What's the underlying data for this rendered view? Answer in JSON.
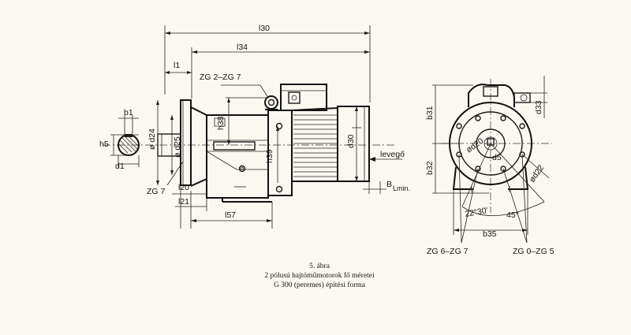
{
  "dimension_labels": {
    "l30": "l30",
    "l34": "l34",
    "l1": "l1",
    "zg2_zg7": "ZG 2–ZG 7",
    "b1": "b1",
    "h5": "h5",
    "d1": "d1",
    "d24": "ø d24",
    "d25": "ø d25",
    "h38": "h38",
    "h39": "h39",
    "d30": "d30",
    "levego": "levegő",
    "b_lmin": "B",
    "b_lmin_sub": "Lmin.",
    "zg7": "ZG 7",
    "l20": "l20",
    "l21": "l21",
    "l57": "l57",
    "b31": "b31",
    "b32": "b32",
    "d33": "d33",
    "d5": "d5",
    "d20": "ød20",
    "d22": "ød22",
    "angle_22": "22°30'",
    "angle_45": "45°",
    "b35": "b35",
    "zg6_zg7": "ZG 6–ZG 7",
    "zg0_zg5": "ZG 0–ZG 5"
  },
  "caption": {
    "figure": "5. ábra",
    "line1": "2 pólusú hajtóműmotorok fő méretei",
    "line2": "G 300 (peremes) építési forma"
  }
}
